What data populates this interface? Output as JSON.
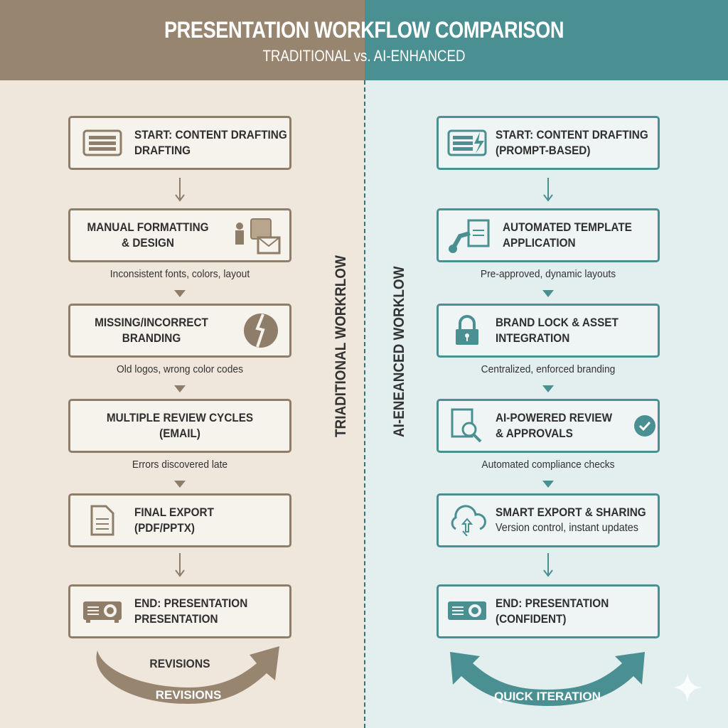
{
  "header": {
    "title": "PRESENTATION WORKFLOW COMPARISON",
    "subtitle": "TRADITIONAL vs. AI-ENHANCED"
  },
  "colors": {
    "traditional": "#978570",
    "ai": "#4a8f92",
    "traditional_bg": "#efe6dc",
    "ai_bg": "#e2efee"
  },
  "traditional": {
    "label": "TRIADITIONAL WORKRLOW",
    "steps": [
      {
        "line1": "START: CONTENT DRAFTING",
        "line2": "DRAFTING",
        "icon": "keyboard-icon"
      },
      {
        "line1": "MANUAL FORMATTING",
        "line2": "& DESIGN",
        "icon": "designer-icon",
        "caption": "Inconsistent fonts, colors, layout"
      },
      {
        "line1": "MISSING/INCORRECT",
        "line2": "BRANDING",
        "icon": "broken-logo-icon",
        "caption": "Old logos, wrong color codes"
      },
      {
        "line1": "MULTIPLE REVIEW CYCLES",
        "line2": "(EMAIL)",
        "caption": "Errors discovered late"
      },
      {
        "line1": "FINAL EXPORT",
        "line2": "(PDF/PPTX)",
        "icon": "document-icon"
      },
      {
        "line1": "END: PRESENTATION",
        "line2": "PRESENTATION",
        "icon": "projector-icon"
      }
    ],
    "loop_top": "REVISIONS",
    "loop_label": "REVISIONS"
  },
  "ai": {
    "label": "AI-ENEANCED WORKLOW",
    "steps": [
      {
        "line1": "START: CONTENT DRAFTING",
        "line2": "(PROMPT-BASED)",
        "icon": "keyboard-lightning-icon"
      },
      {
        "line1": "AUTOMATED TEMPLATE",
        "line2": "APPLICATION",
        "icon": "robot-arm-icon",
        "caption": "Pre-approved, dynamic layouts"
      },
      {
        "line1": "BRAND LOCK & ASSET",
        "line2": "INTEGRATION",
        "icon": "lock-icon",
        "caption": "Centralized, enforced branding"
      },
      {
        "line1": "AI-POWERED REVIEW",
        "line2": "& APPROVALS",
        "icon": "magnifier-document-icon",
        "caption": "Automated compliance checks"
      },
      {
        "line1": "SMART EXPORT & SHARING",
        "line2": "Version control, instant updates",
        "icon": "cloud-sync-icon"
      },
      {
        "line1": "END: PRESENTATION",
        "line2": "(CONFIDENT)",
        "icon": "projector-icon"
      }
    ],
    "loop_label": "QUICK ITERATION"
  }
}
